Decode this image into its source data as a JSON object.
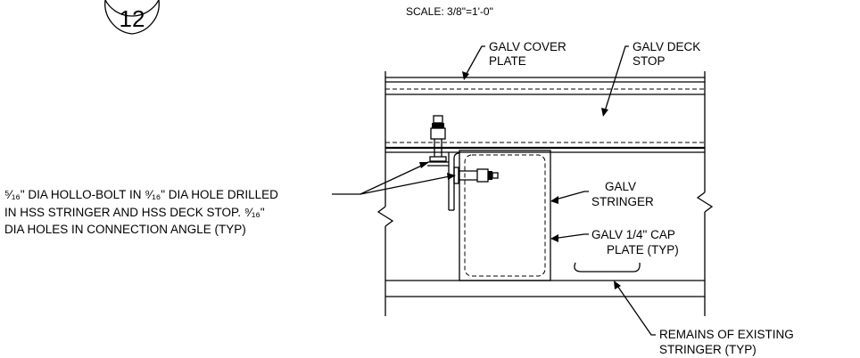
{
  "detail": {
    "number": "12",
    "scale": "SCALE: 3/8\"=1'-0\""
  },
  "labels": {
    "cover_plate": [
      "GALV COVER",
      "PLATE"
    ],
    "deck_stop": [
      "GALV DECK",
      "STOP"
    ],
    "stringer": [
      "GALV",
      "STRINGER"
    ],
    "cap_plate": [
      "GALV 1/4\" CAP",
      "PLATE (TYP)"
    ],
    "existing_stringer": [
      "REMAINS OF EXISTING",
      "STRINGER (TYP)"
    ],
    "bolt_note": {
      "line1_a": "⁵⁄₁₆",
      "line1_b": "\" DIA HOLLO-BOLT IN ",
      "line1_c": "⁹⁄₁₆",
      "line1_d": "\" DIA HOLE DRILLED",
      "line2_a": "IN HSS STRINGER AND HSS DECK STOP.  ",
      "line2_b": "⁹⁄₁₆",
      "line2_c": "\"",
      "line3": "DIA HOLES IN CONNECTION ANGLE (TYP)"
    }
  }
}
